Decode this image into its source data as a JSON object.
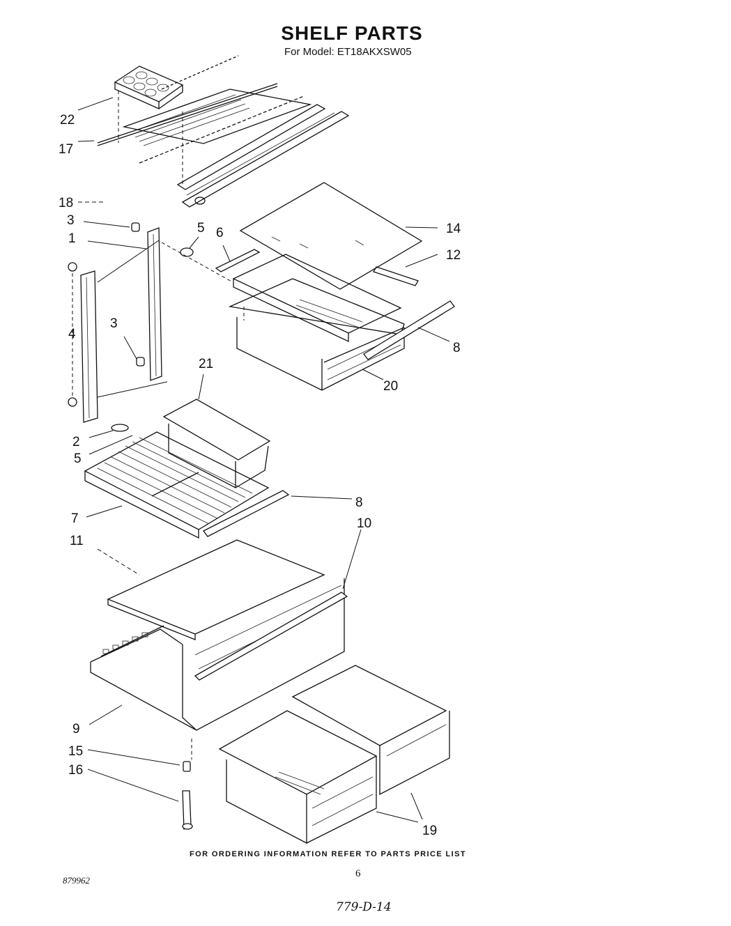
{
  "header": {
    "title": "SHELF PARTS",
    "subtitle": "For Model: ET18AKXSW05"
  },
  "callouts": [
    "22",
    "17",
    "18",
    "3",
    "1",
    "4",
    "3",
    "5",
    "6",
    "14",
    "12",
    "8",
    "20",
    "21",
    "2",
    "5",
    "7",
    "8",
    "11",
    "10",
    "9",
    "15",
    "16",
    "19"
  ],
  "footer": {
    "ordering_note": "FOR ORDERING INFORMATION REFER TO PARTS PRICE LIST",
    "page_number": "6",
    "doc_number": "879962",
    "handwritten": "779-D-14"
  }
}
